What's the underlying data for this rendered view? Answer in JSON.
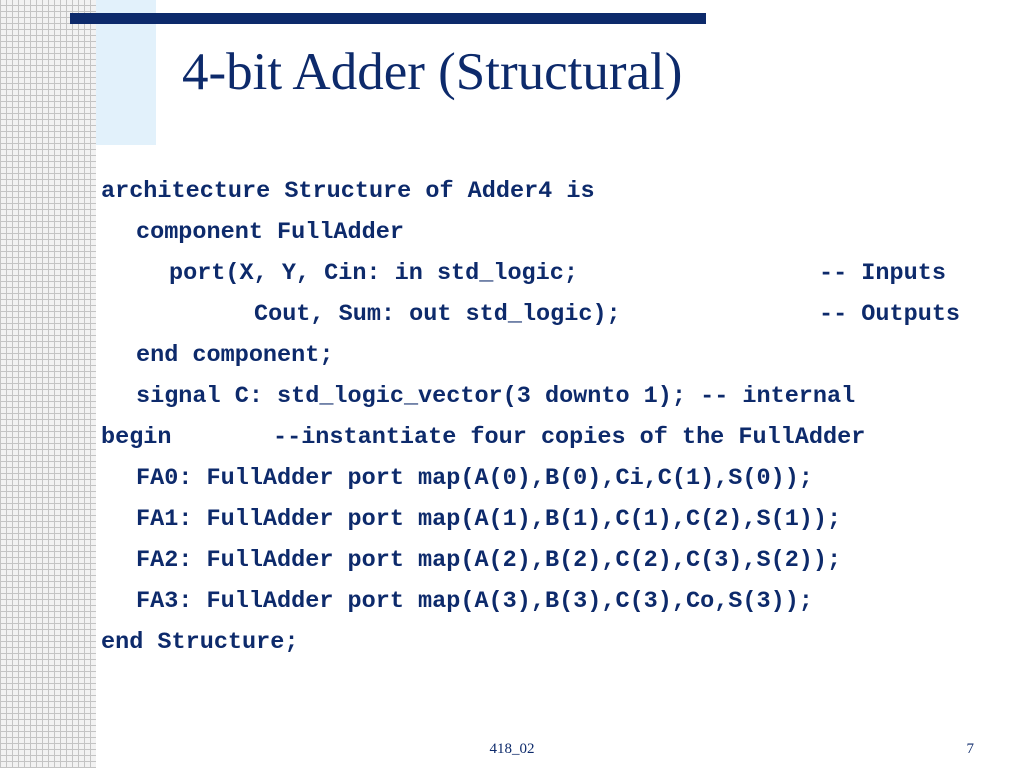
{
  "slide": {
    "title": "4-bit Adder (Structural)",
    "code": {
      "line1": "architecture Structure of Adder4 is",
      "line2": "component FullAdder",
      "line3_code": "port(X, Y, Cin: in std_logic;",
      "line3_comment": "-- Inputs",
      "line4_code": "Cout, Sum: out std_logic);",
      "line4_comment": "-- Outputs",
      "line5": "end component;",
      "line6": "signal C: std_logic_vector(3 downto 1); -- internal",
      "line7_code": "begin",
      "line7_comment": "--instantiate four copies of the FullAdder",
      "line8": "FA0: FullAdder port map(A(0),B(0),Ci,C(1),S(0));",
      "line9": "FA1: FullAdder port map(A(1),B(1),C(1),C(2),S(1));",
      "line10": "FA2: FullAdder port map(A(2),B(2),C(2),C(3),S(2));",
      "line11": "FA3: FullAdder port map(A(3),B(3),C(3),Co,S(3));",
      "line12": "end Structure;"
    },
    "footer": {
      "center": "418_02",
      "page_number": "7"
    }
  }
}
